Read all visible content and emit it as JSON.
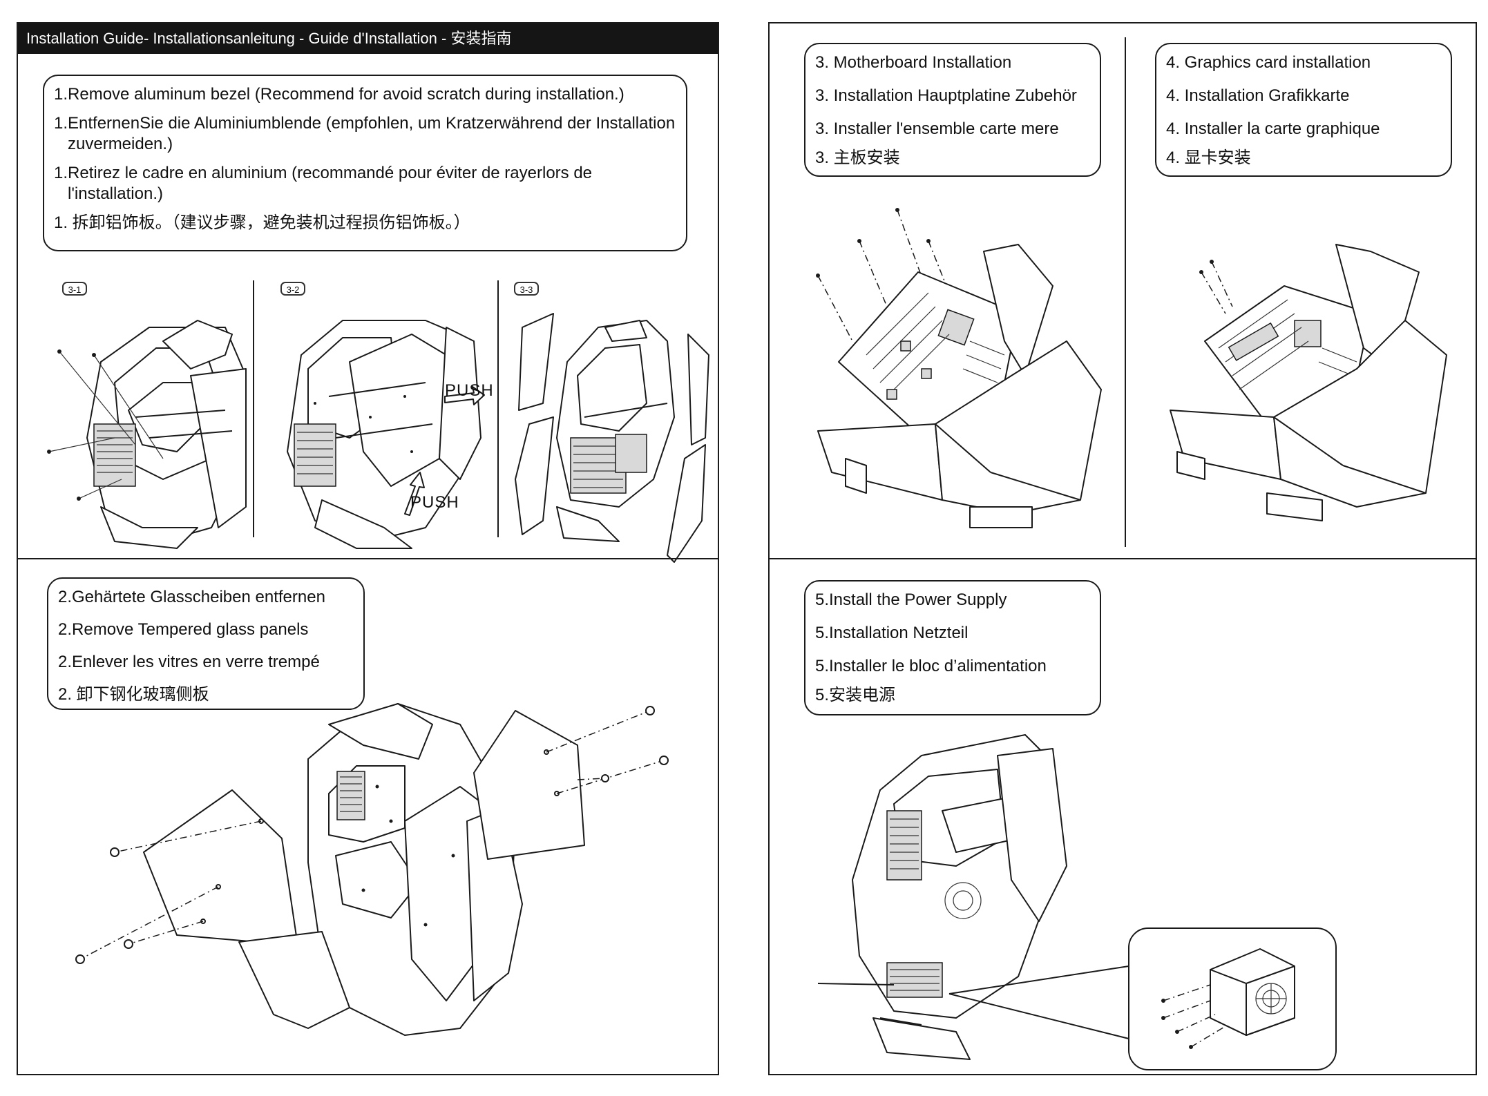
{
  "header": {
    "title": "Installation Guide- Installationsanleitung - Guide d'Installation - 安装指南"
  },
  "step1": {
    "lines": [
      "1.Remove aluminum bezel (Recommend for avoid scratch during installation.)",
      "1.EntfernenSie die Aluminiumblende (empfohlen, um Kratzerwährend der Installation zuvermeiden.)",
      "1.Retirez le cadre en aluminium (recommandé pour éviter de rayerlors de l'installation.)",
      "1. 拆卸铝饰板。（建议步骤，避免装机过程损伤铝饰板。）"
    ],
    "badges": [
      "3-1",
      "3-2",
      "3-3"
    ],
    "push_labels": [
      "PUSH",
      "PUSH"
    ]
  },
  "step2": {
    "lines": [
      "2.Gehärtete Glasscheiben entfernen",
      "2.Remove Tempered glass panels",
      "2.Enlever les vitres en verre trempé",
      "2. 卸下钢化玻璃侧板"
    ]
  },
  "step3": {
    "lines": [
      "3. Motherboard Installation",
      "3. Installation Hauptplatine Zubehör",
      "3. Installer l'ensemble carte mere",
      "3. 主板安装"
    ]
  },
  "step4": {
    "lines": [
      "4. Graphics card installation",
      "4. Installation Grafikkarte",
      "4. Installer la carte graphique",
      "4. 显卡安装"
    ]
  },
  "step5": {
    "lines": [
      "5.Install the Power Supply",
      "5.Installation Netzteil",
      "5.Installer le bloc d’alimentation",
      "5.安装电源"
    ]
  }
}
